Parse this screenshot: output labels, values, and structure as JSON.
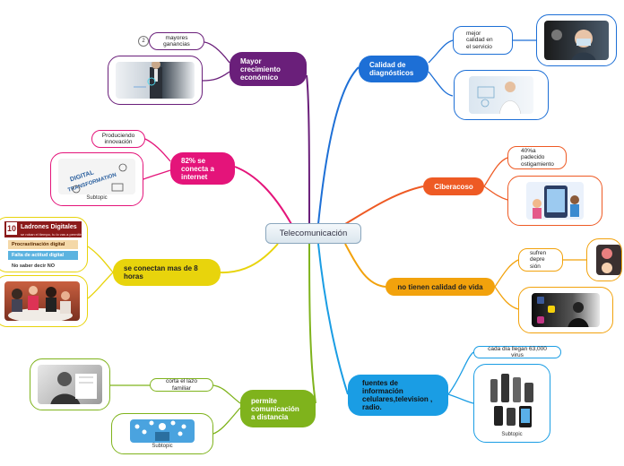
{
  "central": "Telecomunicación",
  "topics": {
    "mayor_crecimiento": "Mayor crecimiento económico",
    "conecta_internet": "82% se conecta a internet",
    "ocho_horas": "se conectan mas de 8 horas",
    "comunicacion_distancia": "permite comunicación a distancia",
    "calidad_diagnosticos": "Calidad de diagnósticos",
    "ciberacoso": "Ciberacoso",
    "calidad_vida": "no tienen calidad de vida",
    "fuentes_informacion": "fuentes de información celulares,television , radio."
  },
  "subtopics": {
    "mayores_ganancias": "mayores ganancias",
    "mayores_ganancias_count": "2",
    "produciendo_innovacion": "Produciendo innovación",
    "corta_lazo": "corta el lazo familiar",
    "mejor_calidad": "mejor calidad en el servicio",
    "ciberacoso_stat": "40%a padecido ostigamiento",
    "sufren_depresion": "sufren depre sión",
    "virus": "cada día llegan 63,000 virus"
  },
  "image_captions": {
    "innovacion": "Subtopic",
    "comunicacion": "Subtopic",
    "fuentes": "Subtopic"
  },
  "ladrones": {
    "title": "Ladrones Digitales",
    "subtitle": "se roban el tiempo, tu lo vas a permitir?",
    "row1": "Procrastinación digital",
    "row2": "Falta de actitud digital",
    "row3": "No saber decir NO"
  },
  "colors": {
    "purple": "#6a1f7a",
    "magenta": "#e4147a",
    "yellow": "#e8d40c",
    "green": "#7fb31c",
    "blue": "#1d6fd6",
    "orange": "#ee5a24",
    "amber": "#f2a20c",
    "sky": "#1a9de4"
  },
  "icons": [
    "businessman-touchscreen-image",
    "innovation-sketch-image",
    "clock-distracted-image",
    "family-dinner-phones-image",
    "woman-on-phone-image",
    "online-network-image",
    "doctor-holographic-image",
    "child-face-mask-image",
    "cyberbullying-illustration-image",
    "sad-faces-image",
    "social-media-sad-man-image",
    "cellphones-evolution-image"
  ]
}
